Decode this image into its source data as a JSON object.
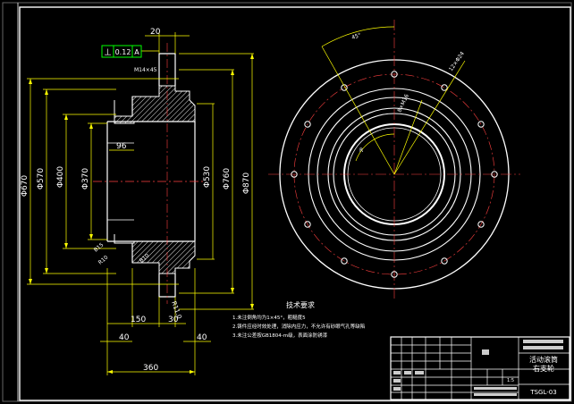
{
  "colors": {
    "background": "#000000",
    "outline": "#ffffff",
    "dimension": "#ffff00",
    "center_line": "#ff4040",
    "tolerance_box": "#00ff00",
    "title_fill": "#ffffff"
  },
  "tolerance": {
    "symbol": "⊥",
    "value": "0.12",
    "datum": "A"
  },
  "dims": {
    "top_width": "20",
    "thread": "M14×45",
    "dia_670": "Φ670",
    "dia_570": "Φ570",
    "dia_400": "Φ400",
    "dia_370": "Φ370",
    "bore_depth": "96",
    "dia_530": "Φ530",
    "dia_760": "Φ760",
    "dia_870": "Φ870",
    "small_a": "B15",
    "small_b": "R10",
    "small_c": "B10",
    "small_d": "R11.0",
    "w150": "150",
    "w30": "30",
    "w40a": "40",
    "w40b": "40",
    "total": "360",
    "angle1": "45°",
    "angle2": "12×Φ24",
    "angle3": "8×M16",
    "radius_label": "R"
  },
  "notes": {
    "title": "技术要求",
    "items": [
      "1.未注倒角均为1×45°，粗糙度5",
      "2.铸件应经时效处理，消除内应力，不允许有砂眼气孔等缺陷",
      "3.未注公差按GB1804-m级，表面涂防锈漆"
    ]
  },
  "titleblock": {
    "name_line1": "活动滚筒",
    "name_line2": "右支轮",
    "code": "TSGL-03",
    "scale": "1:5"
  }
}
